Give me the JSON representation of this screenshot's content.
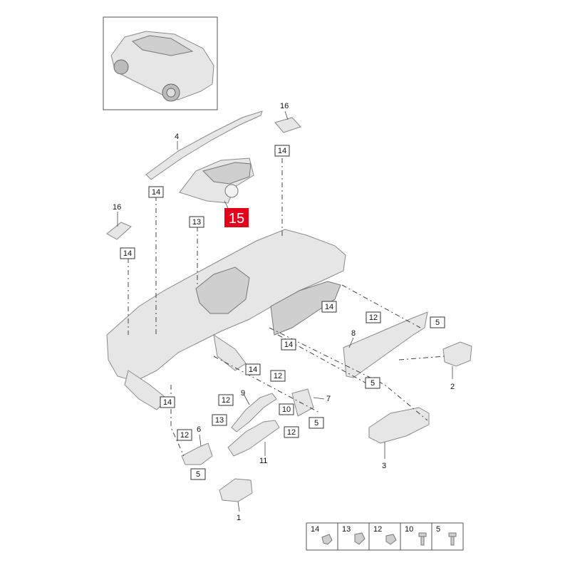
{
  "highlight": {
    "label": "15",
    "color": "#e3001b",
    "text_color": "#ffffff"
  },
  "callouts": {
    "c1": "1",
    "c2": "2",
    "c3": "3",
    "c4": "4",
    "c6": "6",
    "c7": "7",
    "c8": "8",
    "c9": "9",
    "c11": "11",
    "c16a": "16",
    "c16b": "16"
  },
  "boxes": {
    "b14_top": "14",
    "b14_left_top": "14",
    "b14_16a": "14",
    "b13": "13",
    "b14_mid": "14",
    "b14_center": "14",
    "b14_low": "14",
    "b14_left": "14",
    "b12_right": "12",
    "b5_right": "5",
    "b5_glovebox": "5",
    "b12_center": "12",
    "b12_9": "12",
    "b13_9": "13",
    "b12_11": "12",
    "b10": "10",
    "b5_7": "5",
    "b12_6": "12",
    "b5_6": "5"
  },
  "legend": [
    {
      "num": "14",
      "icon": "clip-icon"
    },
    {
      "num": "13",
      "icon": "clip-icon"
    },
    {
      "num": "12",
      "icon": "clip-icon"
    },
    {
      "num": "10",
      "icon": "screw-icon"
    },
    {
      "num": "5",
      "icon": "screw-icon"
    }
  ]
}
